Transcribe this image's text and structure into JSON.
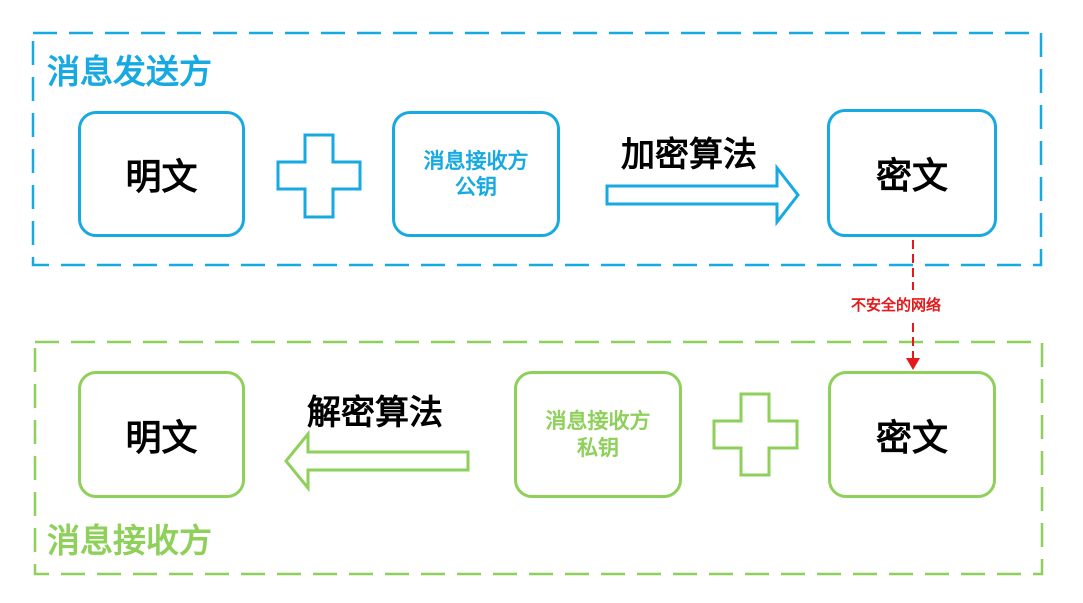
{
  "colors": {
    "sender": "#17a9e1",
    "receiver": "#8ed05a",
    "network": "#e5191c",
    "text": "#000000"
  },
  "sender": {
    "title": "消息发送方",
    "plaintext": "明文",
    "key_line1": "消息接收方",
    "key_line2": "公钥",
    "algorithm": "加密算法",
    "ciphertext": "密文"
  },
  "network": {
    "label": "不安全的网络"
  },
  "receiver": {
    "title": "消息接收方",
    "ciphertext": "密文",
    "key_line1": "消息接收方",
    "key_line2": "私钥",
    "algorithm": "解密算法",
    "plaintext": "明文"
  }
}
